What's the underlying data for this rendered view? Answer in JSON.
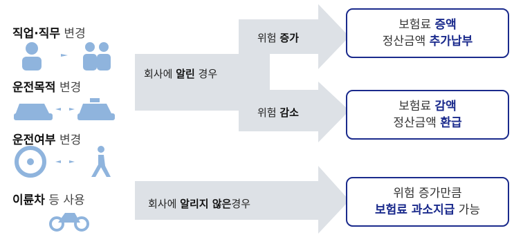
{
  "categories": [
    {
      "label": "직업·직무",
      "suffix": " 변경",
      "icon": "person-change-icon"
    },
    {
      "label": "운전목적",
      "suffix": " 변경",
      "icon": "car-to-taxi-icon"
    },
    {
      "label": "운전여부",
      "suffix": " 변경",
      "icon": "wheel-to-walker-icon"
    },
    {
      "label": "이륜차",
      "suffix": " 등 사용",
      "icon": "motorcycle-icon"
    }
  ],
  "flows": {
    "notified": {
      "prefix": "회사에 ",
      "bold": "알린",
      "suffix": " 경우"
    },
    "not_notified": {
      "prefix": "회사에 ",
      "bold": "알리지 않은",
      "suffix": "경우"
    },
    "increase": {
      "prefix": "위험 ",
      "bold": "증가"
    },
    "decrease": {
      "prefix": "위험 ",
      "bold": "감소"
    }
  },
  "results": {
    "increase": {
      "line1_prefix": "보험료 ",
      "line1_hl": "증액",
      "line2_prefix": "정산금액 ",
      "line2_hl": "추가납부"
    },
    "decrease": {
      "line1_prefix": "보험료 ",
      "line1_hl": "감액",
      "line2_prefix": "정산금액 ",
      "line2_hl": "환급"
    },
    "not_notified": {
      "line1": "위험 증가만큼",
      "line2_hl": "보험료 과소지급",
      "line2_suffix": " 가능"
    }
  },
  "colors": {
    "arrow": "#d9dde3",
    "box_border": "#1a2a8c",
    "highlight": "#1a2a8c",
    "icon": "#8fb4dd"
  }
}
